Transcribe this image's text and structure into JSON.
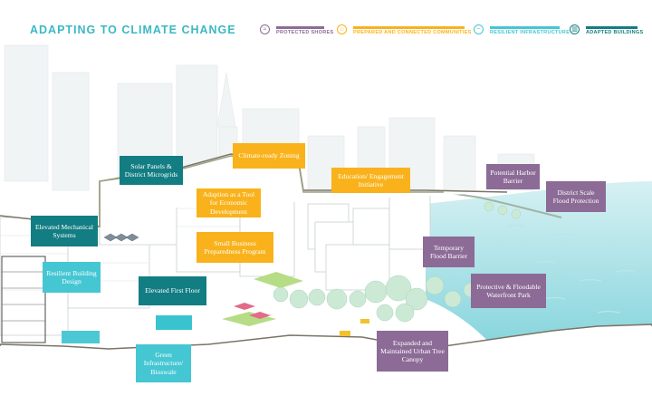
{
  "title": "ADAPTING TO CLIMATE CHANGE",
  "legend": [
    {
      "label": "PROTECTED SHORES",
      "color": "#8c6b96",
      "icon": "shore-icon"
    },
    {
      "label": "PREPARED AND CONNECTED COMMUNITIES",
      "color": "#f9b21b",
      "icon": "community-icon"
    },
    {
      "label": "RESILIENT INFRASTRUCTURE",
      "color": "#45c6d3",
      "icon": "infrastructure-icon"
    },
    {
      "label": "ADAPTED BUILDINGS",
      "color": "#127d82",
      "icon": "building-icon"
    }
  ],
  "callouts": {
    "climate_ready_zoning": "Climate-ready Zoning",
    "solar_panels": "Solar Panels & District Microgrids",
    "adaption_tool": "Adaption as a Tool for Economic Development",
    "education": "Education/ Engagement Initiative",
    "potential_harbor_barrier": "Potential Harbor Barrier",
    "district_scale": "District Scale Flood Protection",
    "elevated_mechanical": "Elevated Mechanical Systems",
    "small_business": "Small Business Preparedness Program",
    "temporary_flood_barrier": "Temporary Flood Barrier",
    "resilient_building": "Resilient Building Design",
    "elevated_first_floor": "Elevated First Floor",
    "protective_park": "Protective & Floodable Waterfront Park",
    "urban_tree_canopy": "Expanded and Maintained Urban Tree Canopy",
    "green_infrastructure": "Green Infrastructure/ Bioswale"
  }
}
